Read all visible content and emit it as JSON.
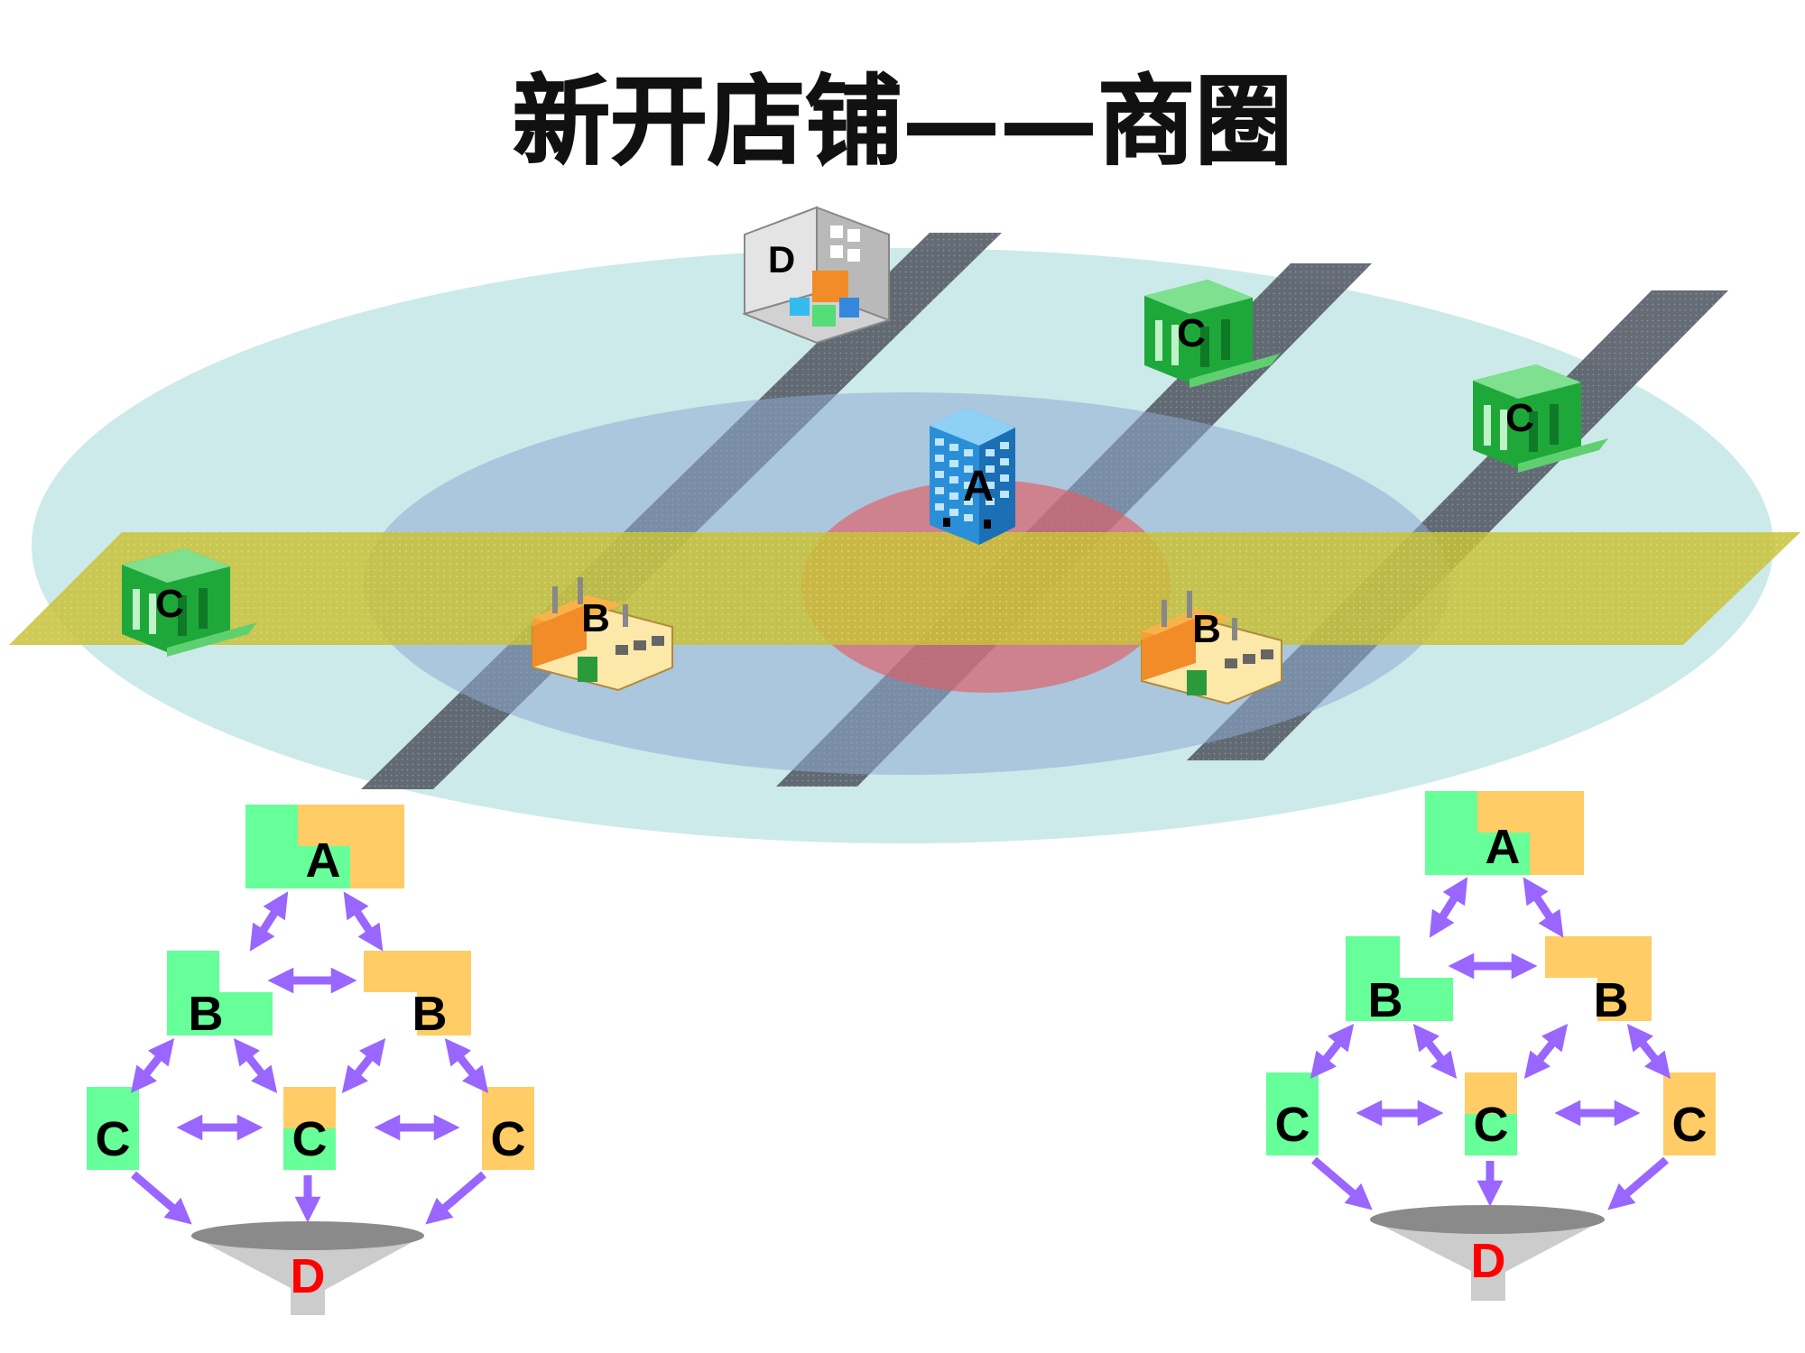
{
  "title": "新开店铺——商圈",
  "colors": {
    "outer_ring": "#cdeaea",
    "middle_ring": "#9fb8d6",
    "inner_ring": "#d9707a",
    "main_road": "#c8c23a",
    "side_road": "#555c66",
    "green_bank": "#1fa83a",
    "tier_green": "#66ff99",
    "tier_orange": "#ffcc66",
    "arrow": "#9966ff",
    "funnel_top": "#8a8a8a",
    "funnel_body": "#cccccc",
    "label_d": "#ff0000"
  },
  "map": {
    "buildings": [
      {
        "name": "building-d",
        "label": "D",
        "type": "factory-warehouse-icon"
      },
      {
        "name": "building-a",
        "label": "A",
        "type": "office-tower-icon"
      },
      {
        "name": "building-b-left",
        "label": "B",
        "type": "factory-icon"
      },
      {
        "name": "building-b-right",
        "label": "B",
        "type": "factory-icon"
      },
      {
        "name": "building-c-left",
        "label": "C",
        "type": "bank-icon"
      },
      {
        "name": "building-c-top",
        "label": "C",
        "type": "bank-icon"
      },
      {
        "name": "building-c-right",
        "label": "C",
        "type": "bank-icon"
      }
    ]
  },
  "hierarchy_left": {
    "a": "A",
    "b_left": "B",
    "b_right": "B",
    "c_left": "C",
    "c_mid": "C",
    "c_right": "C",
    "d": "D"
  },
  "hierarchy_right": {
    "a": "A",
    "b_left": "B",
    "b_right": "B",
    "c_left": "C",
    "c_mid": "C",
    "c_right": "C",
    "d": "D"
  }
}
